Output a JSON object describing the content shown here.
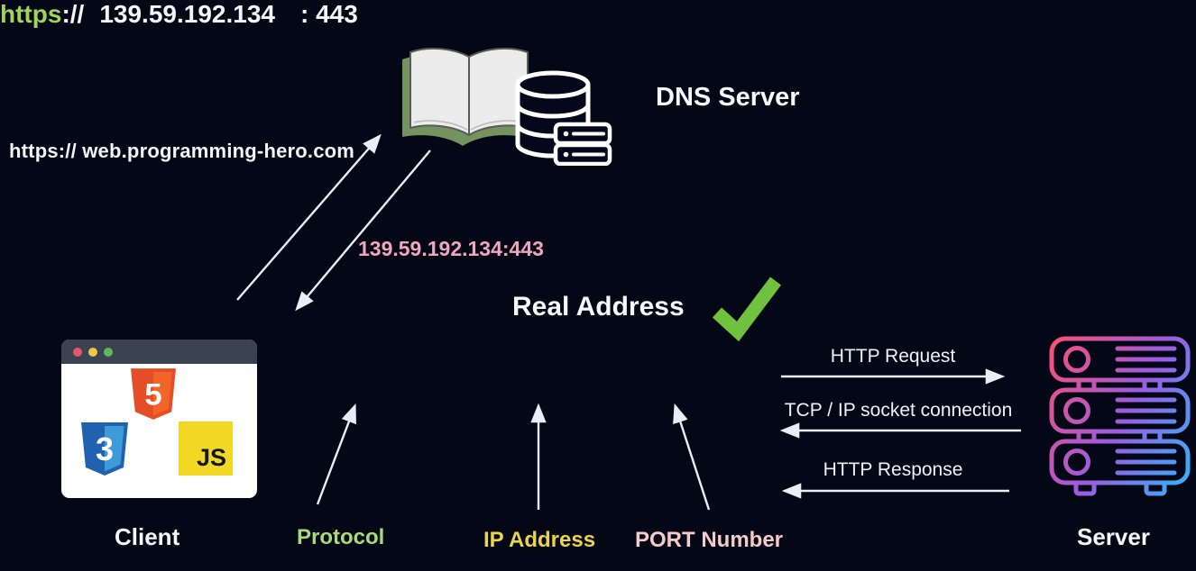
{
  "dns": {
    "label": "DNS Server"
  },
  "lookup": {
    "request_url": "https:// web.programming-hero.com",
    "resolved_address": "139.59.192.134:443",
    "result_label": "Real Address"
  },
  "address": {
    "protocol": "https",
    "separator": "://",
    "ip": "139.59.192.134",
    "port": ": 443"
  },
  "annotations": {
    "protocol": "Protocol",
    "ip": "IP Address",
    "port": "PORT Number"
  },
  "client": {
    "label": "Client",
    "logos": {
      "html5": "5",
      "css3": "3",
      "js": "JS"
    }
  },
  "server": {
    "label": "Server"
  },
  "connections": {
    "http_request": "HTTP Request",
    "tcp_socket": "TCP / IP socket connection",
    "http_response": "HTTP Response"
  },
  "icons": {
    "dns": "book-database-icon",
    "client": "browser-window-icon",
    "server": "server-rack-icon",
    "check": "green-checkmark-icon"
  },
  "colors": {
    "background": "#030716",
    "protocol_green": "#9ed45c",
    "annotation_green": "#a8da7c",
    "ip_yellow": "#e8d54b",
    "port_pink": "#f4cbc9",
    "resolved_pink": "#efa6be",
    "check_green": "#6fc13e",
    "arrow_white": "#e9eef6",
    "server_gradient": [
      "#f4507b",
      "#9c5ce0",
      "#3fa9f5"
    ],
    "book_cover_green": "#74935f",
    "html5_orange": "#e44d26",
    "css3_blue": "#2062af",
    "js_yellow": "#f2d725"
  }
}
